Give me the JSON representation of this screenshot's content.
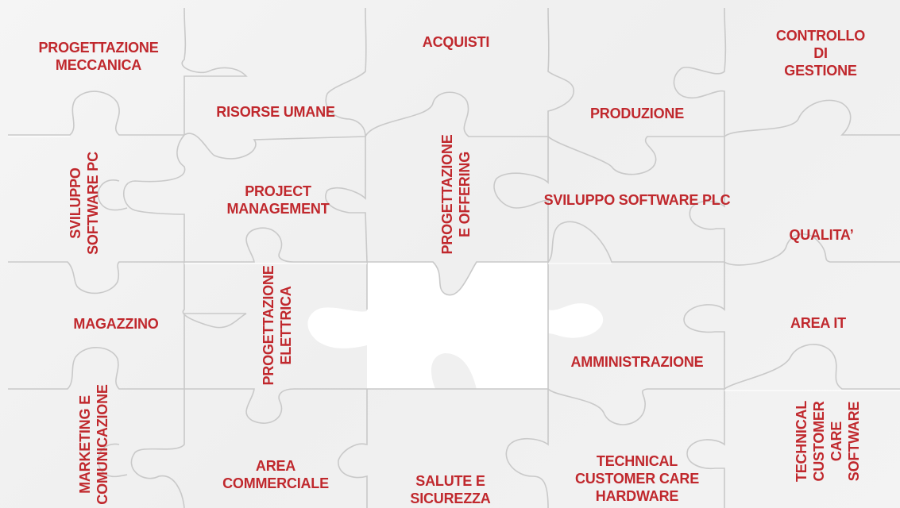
{
  "pieces": {
    "progettazione_meccanica": "PROGETTAZIONE\nMECCANICA",
    "acquisti": "ACQUISTI",
    "controllo_di_gestione": "CONTROLLO DI\nGESTIONE",
    "risorse_umane": "RISORSE UMANE",
    "produzione": "PRODUZIONE",
    "sviluppo_software_pc": "SVILUPPO\nSOFTWARE PC",
    "progettazione_offering": "PROGETTAZIONE\nE OFFERING",
    "project_management": "PROJECT\nMANAGEMENT",
    "sviluppo_software_plc": "SVILUPPO SOFTWARE PLC",
    "qualita": "QUALITA’",
    "progettazione_elettrica": "PROGETTAZIONE\nELETTRICA",
    "magazzino": "MAGAZZINO",
    "area_it": "AREA IT",
    "amministrazione": "AMMINISTRAZIONE",
    "marketing_comunicazione": "MARKETING E\nCOMUNICAZIONE",
    "area_commerciale": "AREA\nCOMMERCIALE",
    "salute_sicurezza": "SALUTE E\nSICUREZZA",
    "technical_cc_hardware": "TECHNICAL\nCUSTOMER CARE\nHARDWARE",
    "technical_cc_software": "TECHNICAL\nCUSTOMER CARE\nSOFTWARE"
  },
  "colors": {
    "label": "#c0282d",
    "board": "#f2f2f2",
    "missing_piece": "#ffffff",
    "seam": "#c9c9c9"
  }
}
